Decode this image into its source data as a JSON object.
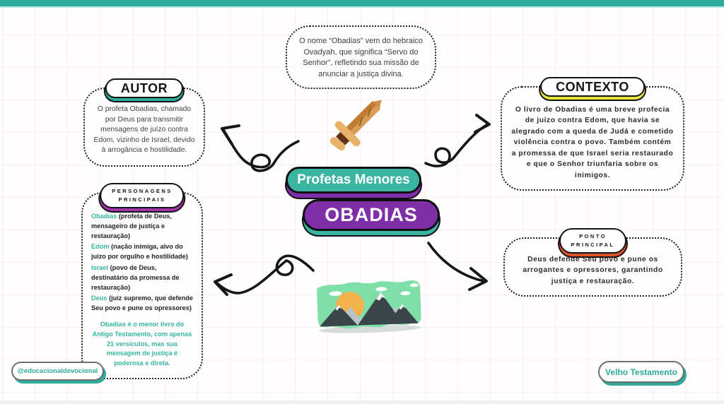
{
  "colors": {
    "teal": "#2fab9b",
    "purple": "#7e2fa8",
    "yellow": "#e9e43c",
    "orange": "#dd5226",
    "keyword_teal": "#35b5a2",
    "ink": "#1d1d1d"
  },
  "top_note": {
    "text": "O nome “Obadias” vem do hebraico Ovadyah, que significa “Servo do Senhor”, refletindo sua missão de anunciar a justiça divina."
  },
  "center": {
    "category_label": "Profetas Menores",
    "book_label": "OBADIAS"
  },
  "sections": {
    "autor": {
      "title": "AUTOR",
      "body": "O profeta Obadias, chamado por Deus para transmitir mensagens de juízo contra Edom, vizinho de Israel, devido à arrogância e hostilidade."
    },
    "personagens": {
      "title_line1": "PERSONAGENS",
      "title_line2": "PRINCIPAIS",
      "entries": [
        {
          "name": "Obadias",
          "desc": " (profeta de Deus, mensageiro de justiça e restauração)"
        },
        {
          "name": "Edom",
          "desc": " (nação inimiga, alvo do juízo por orgulho e hostilidade)"
        },
        {
          "name": "Israel",
          "desc": " (povo de Deus, destinatário da promessa de restauração)"
        },
        {
          "name": "Deus",
          "desc": " (juiz supremo, que defende Seu povo e pune os opressores)"
        }
      ],
      "footnote": "Obadias é o menor livro do Antigo Testamento, com apenas 21 versículos, mas sua mensagem de justiça é poderosa e direta."
    },
    "contexto": {
      "title": "CONTEXTO",
      "body": "O livro de Obadias é uma breve profecia de juízo contra Edom, que havia se alegrado com a queda de Judá e cometido violência contra o povo. Também contém a promessa de que Israel seria restaurado e que o Senhor triunfaria sobre os inimigos."
    },
    "ponto": {
      "title_line1": "PONTO",
      "title_line2": "PRINCIPAL",
      "body": "Deus defende Seu povo e pune os arrogantes e opressores, garantindo justiça e restauração."
    }
  },
  "illustrations": {
    "sword": "sword-icon",
    "mountains": "mountains-icon"
  },
  "footer": {
    "handle": "@educacionaldevocional",
    "testament_label": "Velho Testamento"
  }
}
